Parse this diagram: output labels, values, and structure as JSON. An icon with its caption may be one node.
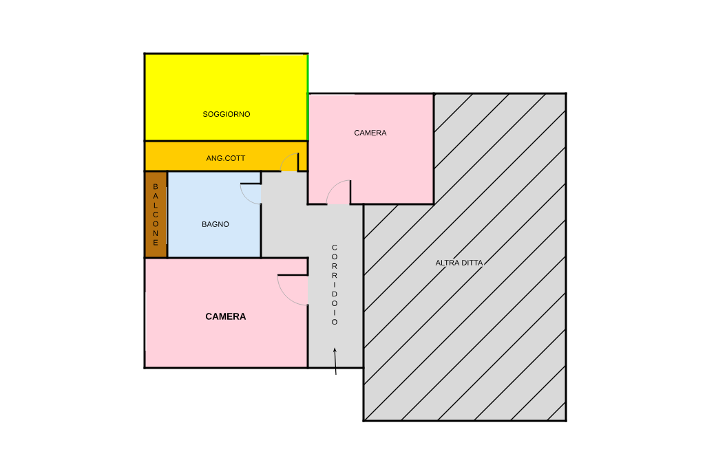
{
  "diagram": {
    "nodes": [
      {
        "text": [
          "SOGGIORNO"
        ]
      },
      {
        "text": [
          "ANG.COTT"
        ]
      },
      {
        "text": [
          "CAMERA"
        ]
      },
      {
        "text": [
          "BALCONE"
        ]
      },
      {
        "text": [
          "BAGNO"
        ]
      },
      {
        "text": [
          "CORRIDOIO"
        ]
      },
      {
        "text": [
          "**CAMERA**"
        ]
      },
      {
        "text": [
          "ALTRA DITTA"
        ]
      }
    ],
    "edges": [
      {
        "from": null,
        "to": 5,
        "arrow": "to"
      }
    ]
  }
}
